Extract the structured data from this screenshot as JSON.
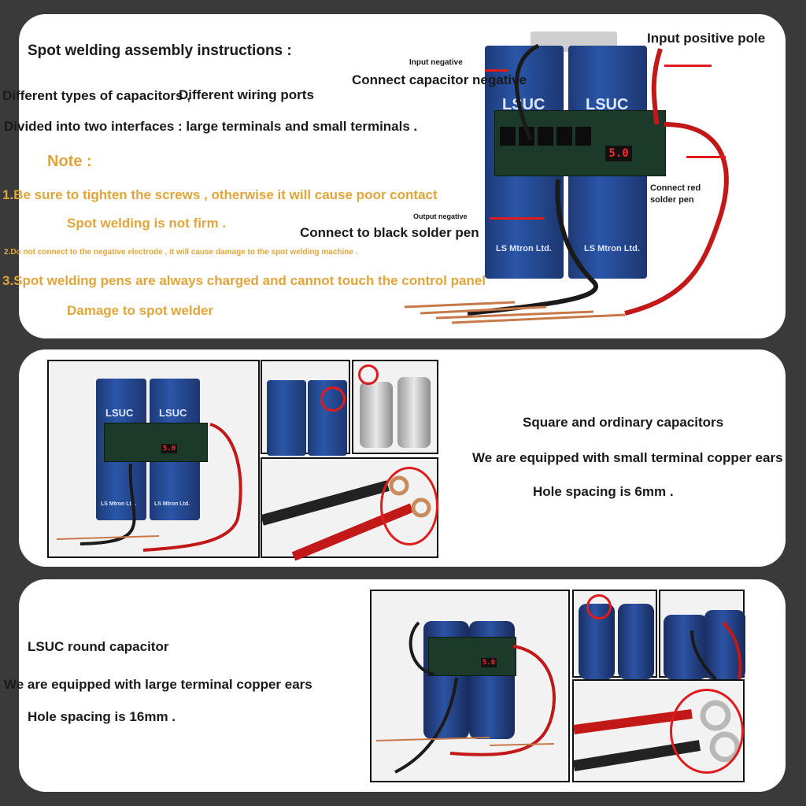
{
  "panel1": {
    "title": "Spot welding assembly instructions :",
    "line1a": "Different types of capacitors ,",
    "line1b": "Different wiring ports",
    "line2": "Divided into two interfaces : large terminals and small terminals .",
    "note": "Note :",
    "note1a": "1.Be sure to tighten the screws , otherwise it will cause poor contact",
    "note1b": "Spot welding is not firm .",
    "note2": "2.Do not connect to the negative electrode , it will cause damage to the spot welding machine .",
    "note3a": "3.Spot welding pens are always charged and cannot touch the control panel",
    "note3b": "Damage to spot welder",
    "callouts": {
      "input_negative": "Input negative",
      "connect_cap_neg": "Connect capacitor negative",
      "input_positive": "Input positive pole",
      "output_negative": "Output negative",
      "connect_black": "Connect to black solder pen",
      "connect_red": "Connect red solder pen"
    },
    "photo": {
      "cap_brand": "LSUC",
      "cap_maker": "LS Mtron Ltd.",
      "display": "5.0"
    }
  },
  "panel2": {
    "title": "Square and ordinary capacitors",
    "line1": "We are equipped with small terminal copper ears",
    "line2": "Hole spacing is 6mm .",
    "photo": {
      "cap_brand": "LSUC",
      "cap_maker": "LS Mtron Ltd.",
      "display": "5.0"
    }
  },
  "panel3": {
    "title": "LSUC round capacitor",
    "line1": "We are equipped with large terminal copper ears",
    "line2": "Hole spacing is 16mm .",
    "photo": {
      "display": "5.0"
    }
  },
  "colors": {
    "background": "#3a3a3a",
    "panel": "#ffffff",
    "accent_orange": "#e0a53a",
    "callout_red": "#e11b1b",
    "capacitor_blue": "#2a56a8"
  }
}
